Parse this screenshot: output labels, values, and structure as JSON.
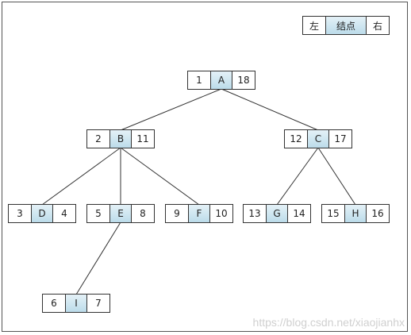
{
  "legend": {
    "left": "左",
    "middle": "结点",
    "right": "右"
  },
  "nodes": [
    {
      "id": "A",
      "left": "1",
      "label": "A",
      "right": "18"
    },
    {
      "id": "B",
      "left": "2",
      "label": "B",
      "right": "11"
    },
    {
      "id": "C",
      "left": "12",
      "label": "C",
      "right": "17"
    },
    {
      "id": "D",
      "left": "3",
      "label": "D",
      "right": "4"
    },
    {
      "id": "E",
      "left": "5",
      "label": "E",
      "right": "8"
    },
    {
      "id": "F",
      "left": "9",
      "label": "F",
      "right": "10"
    },
    {
      "id": "G",
      "left": "13",
      "label": "G",
      "right": "14"
    },
    {
      "id": "H",
      "left": "15",
      "label": "H",
      "right": "16"
    },
    {
      "id": "I",
      "left": "6",
      "label": "I",
      "right": "7"
    }
  ],
  "edges": [
    [
      "A",
      "B"
    ],
    [
      "A",
      "C"
    ],
    [
      "B",
      "D"
    ],
    [
      "B",
      "E"
    ],
    [
      "B",
      "F"
    ],
    [
      "C",
      "G"
    ],
    [
      "C",
      "H"
    ],
    [
      "E",
      "I"
    ]
  ],
  "watermark": "https://blog.csdn.net/xiaojianhx",
  "colors": {
    "node_fill_top": "#e4f1f7",
    "node_fill_bottom": "#bcdcea",
    "border": "#333333"
  }
}
